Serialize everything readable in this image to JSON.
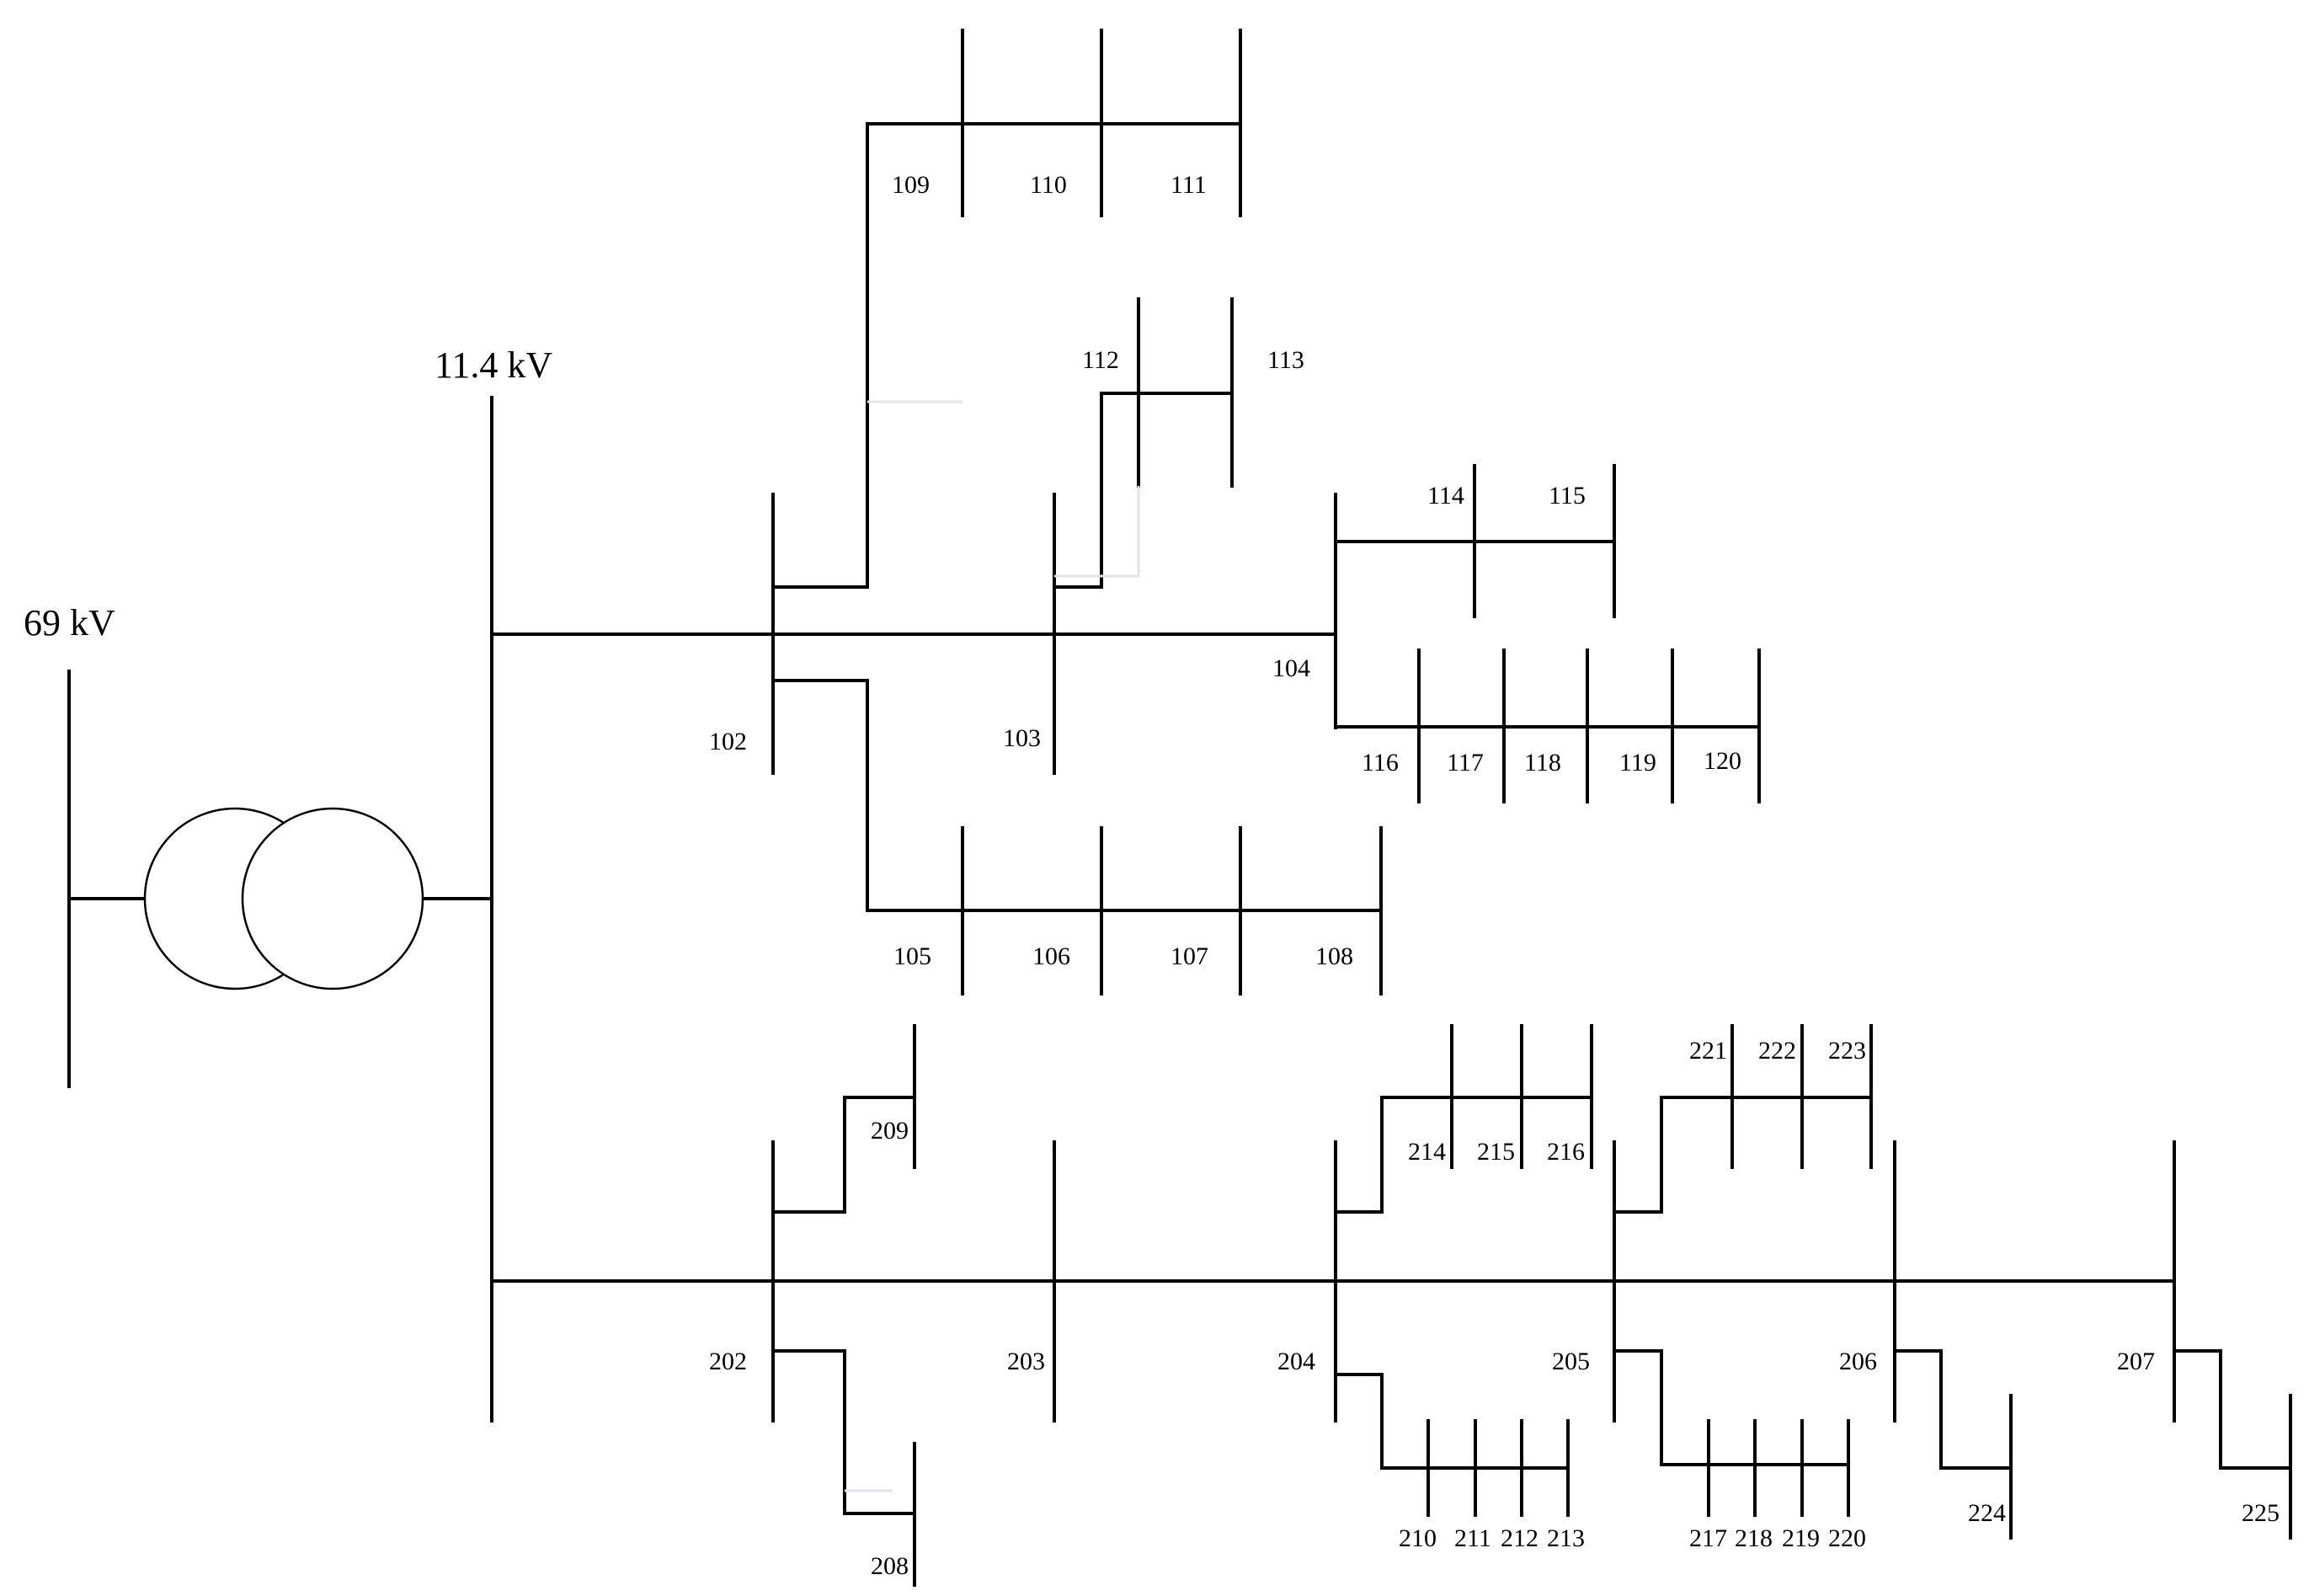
{
  "diagram": {
    "voltage_high": "69 kV",
    "voltage_low": "11.4 kV",
    "feeder1": {
      "main_buses": [
        "102",
        "103",
        "104"
      ],
      "lateral_top": [
        "109",
        "110",
        "111"
      ],
      "lateral_112": [
        "112",
        "113"
      ],
      "lateral_114": [
        "114",
        "115"
      ],
      "lateral_116": [
        "116",
        "117",
        "118",
        "119",
        "120"
      ],
      "lateral_105": [
        "105",
        "106",
        "107",
        "108"
      ]
    },
    "feeder2": {
      "main_buses": [
        "202",
        "203",
        "204",
        "205",
        "206",
        "207"
      ],
      "lateral_209": "209",
      "lateral_208": "208",
      "lateral_214": [
        "214",
        "215",
        "216"
      ],
      "lateral_221": [
        "221",
        "222",
        "223"
      ],
      "lateral_210": [
        "210",
        "211",
        "212",
        "213"
      ],
      "lateral_217": [
        "217",
        "218",
        "219",
        "220"
      ],
      "lateral_224": "224",
      "lateral_225": "225"
    }
  }
}
